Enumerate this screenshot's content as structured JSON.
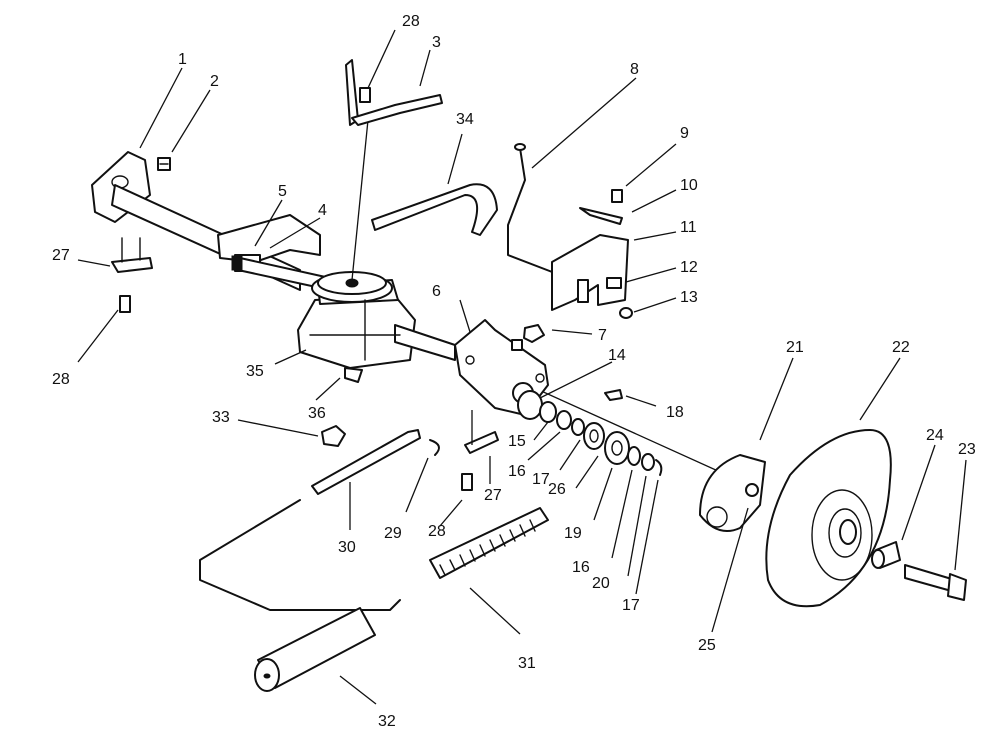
{
  "diagram": {
    "callouts": [
      {
        "id": "c1",
        "text": "1"
      },
      {
        "id": "c2",
        "text": "2"
      },
      {
        "id": "c3",
        "text": "3"
      },
      {
        "id": "c4",
        "text": "4"
      },
      {
        "id": "c5",
        "text": "5"
      },
      {
        "id": "c6",
        "text": "6"
      },
      {
        "id": "c7",
        "text": "7"
      },
      {
        "id": "c8",
        "text": "8"
      },
      {
        "id": "c9",
        "text": "9"
      },
      {
        "id": "c10",
        "text": "10"
      },
      {
        "id": "c11",
        "text": "11"
      },
      {
        "id": "c12",
        "text": "12"
      },
      {
        "id": "c13",
        "text": "13"
      },
      {
        "id": "c14",
        "text": "14"
      },
      {
        "id": "c15",
        "text": "15"
      },
      {
        "id": "c16a",
        "text": "16"
      },
      {
        "id": "c16b",
        "text": "16"
      },
      {
        "id": "c17a",
        "text": "17"
      },
      {
        "id": "c17b",
        "text": "17"
      },
      {
        "id": "c18",
        "text": "18"
      },
      {
        "id": "c19",
        "text": "19"
      },
      {
        "id": "c20",
        "text": "20"
      },
      {
        "id": "c21",
        "text": "21"
      },
      {
        "id": "c22",
        "text": "22"
      },
      {
        "id": "c23",
        "text": "23"
      },
      {
        "id": "c24",
        "text": "24"
      },
      {
        "id": "c25",
        "text": "25"
      },
      {
        "id": "c26",
        "text": "26"
      },
      {
        "id": "c27a",
        "text": "27"
      },
      {
        "id": "c27b",
        "text": "27"
      },
      {
        "id": "c28a",
        "text": "28"
      },
      {
        "id": "c28b",
        "text": "28"
      },
      {
        "id": "c28c",
        "text": "28"
      },
      {
        "id": "c29",
        "text": "29"
      },
      {
        "id": "c30",
        "text": "30"
      },
      {
        "id": "c31",
        "text": "31"
      },
      {
        "id": "c32",
        "text": "32"
      },
      {
        "id": "c33",
        "text": "33"
      },
      {
        "id": "c34",
        "text": "34"
      },
      {
        "id": "c35",
        "text": "35"
      },
      {
        "id": "c36",
        "text": "36"
      }
    ]
  }
}
